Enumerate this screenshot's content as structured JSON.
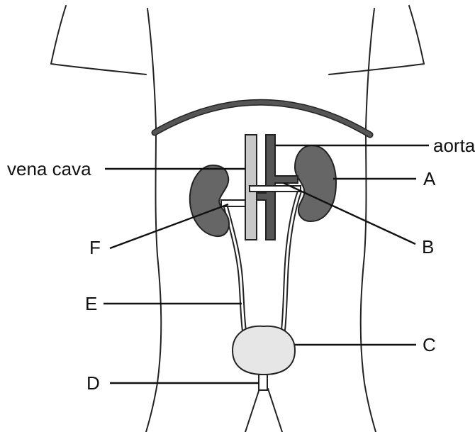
{
  "labels": {
    "aorta": "aorta",
    "vena_cava": "vena cava",
    "a": "A",
    "b": "B",
    "c": "C",
    "d": "D",
    "e": "E",
    "f": "F"
  },
  "colors": {
    "kidney": "#666666",
    "vena_cava": "#c8c8c8",
    "aorta": "#555555",
    "bladder": "#e6e6e6",
    "diaphragm": "#555555",
    "outline": "#222222"
  }
}
